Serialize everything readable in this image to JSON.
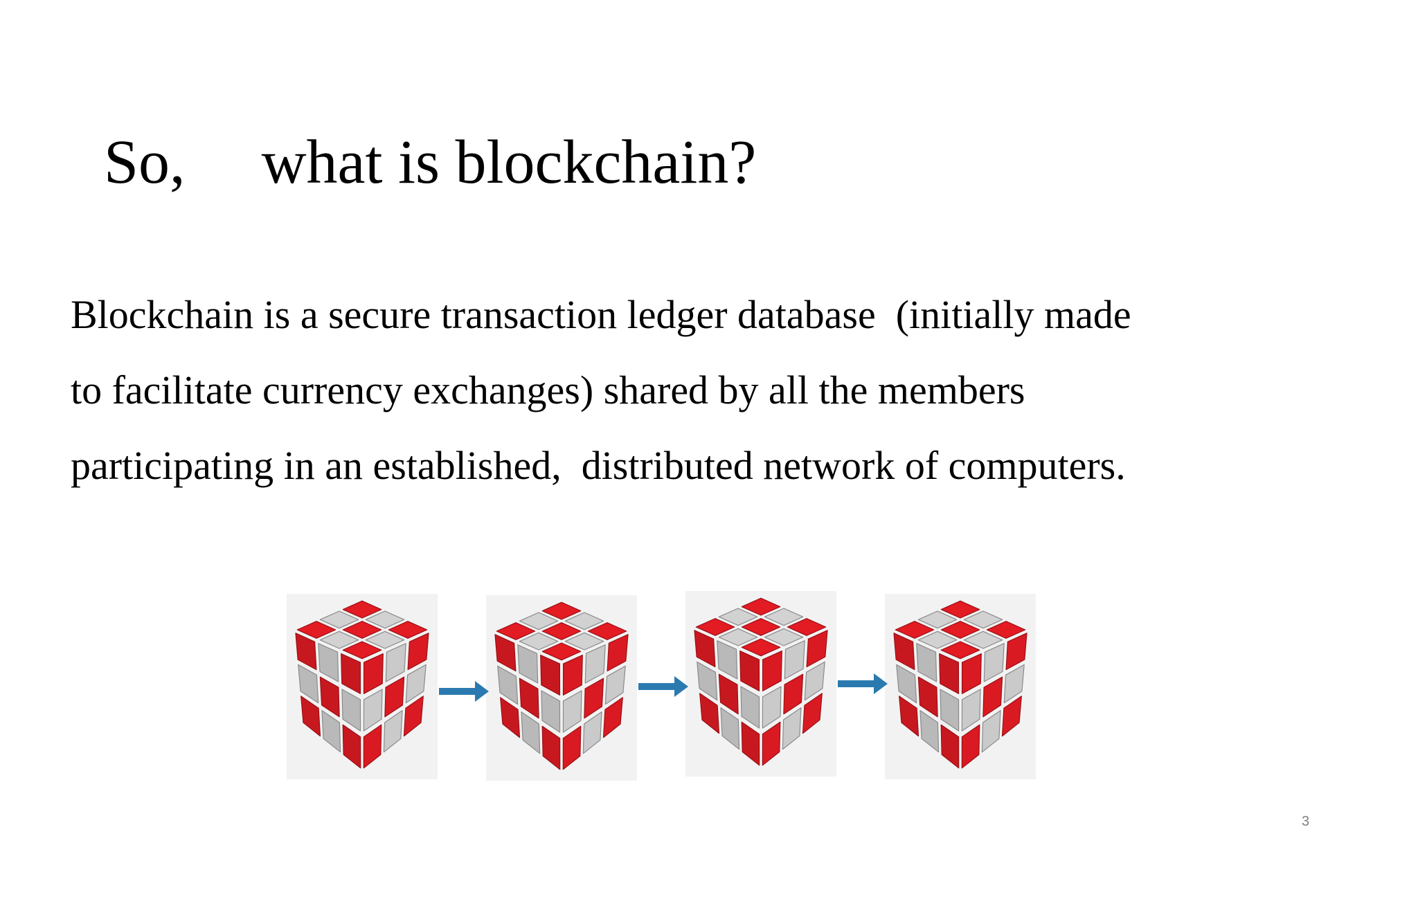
{
  "slide": {
    "title_part1": "So,",
    "title_part2": "what is blockchain?",
    "body_lines": [
      "Blockchain is a secure transaction ledger database  (initially made",
      "to facilitate currency exchanges) shared by all the members",
      "participating in an established,  distributed network of computers."
    ],
    "page_number": "3"
  },
  "diagram": {
    "blocks": [
      "cube-block",
      "cube-block",
      "cube-block",
      "cube-block"
    ],
    "arrow_icon": "right-arrow-icon",
    "colors": {
      "cube_red": "#e31b23",
      "cube_silver": "#d2d2d2",
      "arrow": "#2a7ab0",
      "block_background": "#f2f2f2"
    }
  }
}
